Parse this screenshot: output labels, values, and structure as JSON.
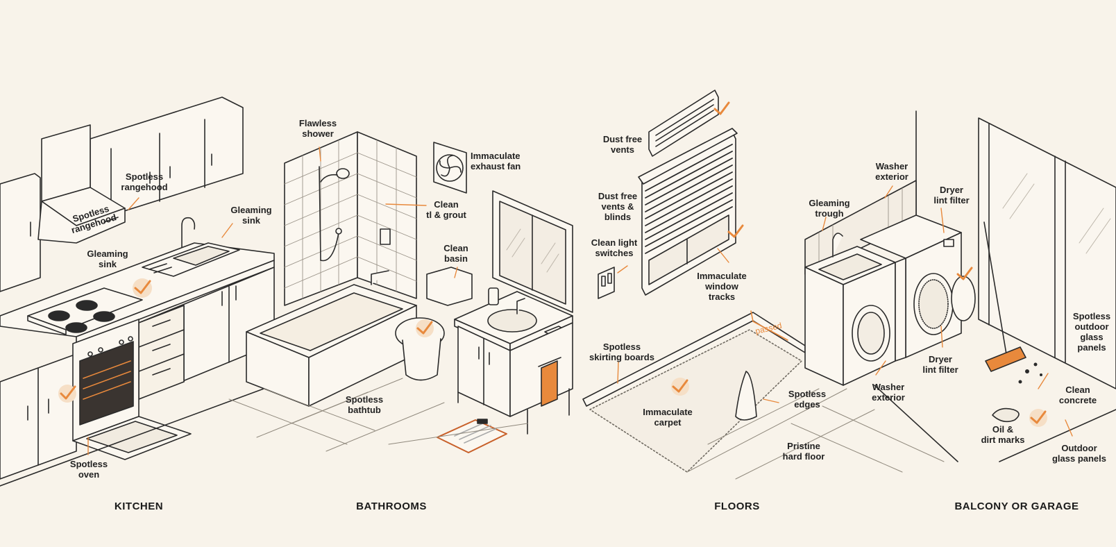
{
  "colors": {
    "background": "#f8f3ea",
    "line": "#2a2a2a",
    "fill": "#fbf7f0",
    "accent": "#e8893c",
    "accent_soft": "#f6dfc6"
  },
  "icons": [
    "check-icon",
    "exhaust-fan-icon",
    "clipboard-icon",
    "towel-icon",
    "broom-icon"
  ],
  "sections": {
    "kitchen": "KITCHEN",
    "bathrooms": "BATHROOMS",
    "floors": "FLOORS",
    "balcony": "BALCONY OR GARAGE"
  },
  "labels": {
    "kitchen": {
      "rangehood_plate": "Spotless\nrangehood",
      "rangehood": "Spotless\nrangehood",
      "sink_top": "Gleaming\nsink",
      "sink_left": "Gleaming\nsink",
      "oven": "Spotless\noven"
    },
    "bathrooms": {
      "shower": "Flawless\nshower",
      "exhaust_fan": "Immaculate\nexhaust fan",
      "grout": "Clean\ntl & grout",
      "basin": "Clean\nbasin",
      "bathtub": "Spotless\nbathtub"
    },
    "floors": {
      "vents": "Dust free\nvents",
      "vents_blinds": "Dust free\nvents &\nblinds",
      "light_switches": "Clean light\nswitches",
      "window_tracks": "Immaculate\nwindow\ntracks",
      "skirting": "Spotless\nskirting boards",
      "passed": "passed",
      "carpet": "Immaculate\ncarpet",
      "edges": "Spotless\nedges",
      "hard_floor": "Pristine\nhard floor"
    },
    "balcony": {
      "trough": "Gleaming\ntrough",
      "washer_top": "Washer\nexterior",
      "dryer_top": "Dryer\nlint filter",
      "dryer_bottom": "Dryer\nlint filter",
      "washer_bottom": "Washer\nexterior",
      "glass_right": "Spotless\noutdoor\nglass\npanels",
      "concrete": "Clean\nconcrete",
      "oil": "Oil &\ndirt marks",
      "glass_bottom": "Outdoor\nglass panels"
    }
  }
}
